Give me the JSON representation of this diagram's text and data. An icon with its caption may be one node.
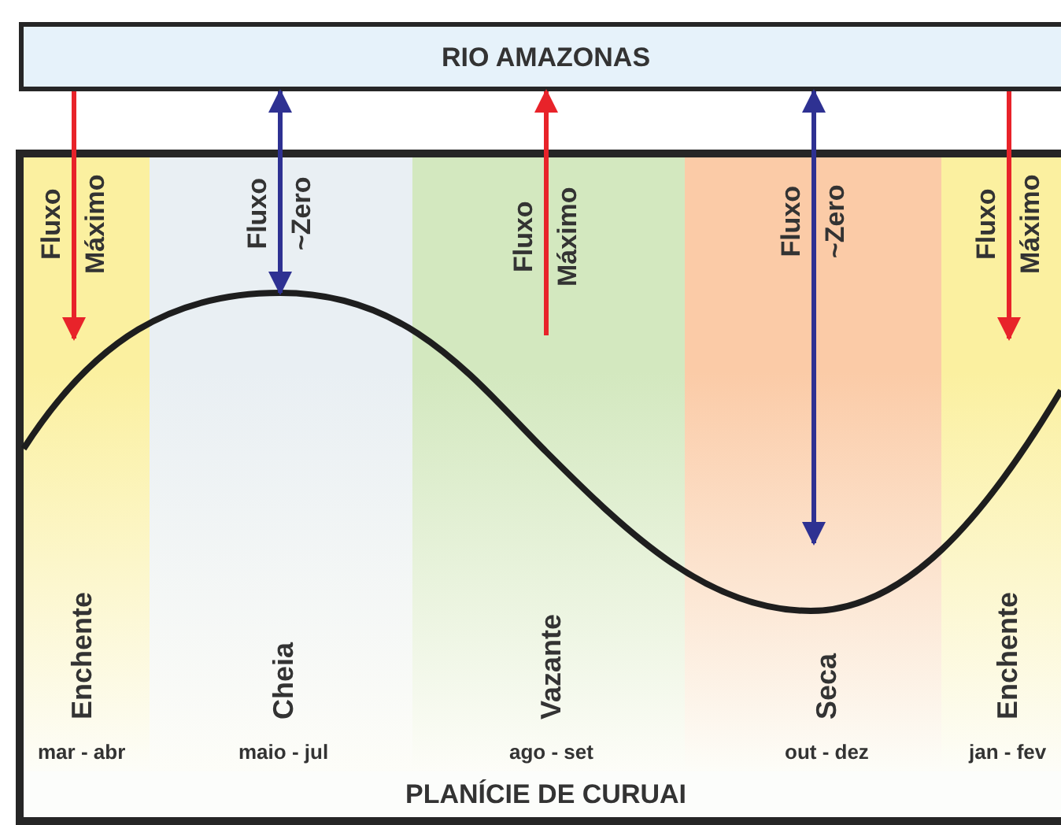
{
  "diagram": {
    "nodes": [
      {
        "text": [
          "RIO AMAZONAS"
        ]
      },
      {
        "text": [
          "PLANÍCIE DE CURUAI"
        ]
      },
      {
        "text": [
          "Fluxo Máximo",
          "Enchente",
          "mar - abr"
        ],
        "in": 1
      },
      {
        "text": [
          "Fluxo ~Zero",
          "Cheia",
          "maio - jul"
        ],
        "in": 1
      },
      {
        "text": [
          "Fluxo Máximo",
          "Vazante",
          "ago - set"
        ],
        "in": 1
      },
      {
        "text": [
          "Fluxo ~Zero",
          "Seca",
          "out - dez"
        ],
        "in": 1
      },
      {
        "text": [
          "Fluxo Máximo",
          "Enchente",
          "jan - fev"
        ],
        "in": 1
      }
    ],
    "edges": [
      {
        "from": 0,
        "to": 2,
        "arrow": "to"
      },
      {
        "from": 0,
        "to": 3,
        "arrow": "both",
        "color": "#2e3192"
      },
      {
        "from": 4,
        "to": 0,
        "arrow": "to"
      },
      {
        "from": 0,
        "to": 5,
        "arrow": "both",
        "color": "#2e3192"
      },
      {
        "from": 0,
        "to": 6,
        "arrow": "to"
      }
    ]
  }
}
